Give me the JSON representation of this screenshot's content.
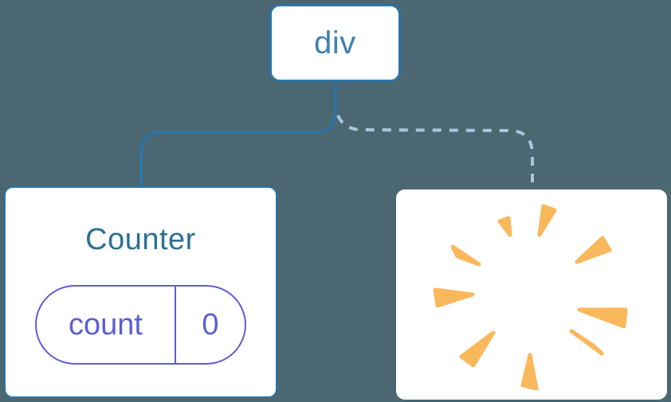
{
  "diagram": {
    "description": "Component tree diagram: div root with Counter child (kept, solid line) and a removed child (dashed line, poof starburst)",
    "root": {
      "label": "div"
    },
    "counter": {
      "title": "Counter",
      "state": {
        "key": "count",
        "value": "0"
      }
    },
    "removed": {
      "icon": "poof-starburst"
    }
  },
  "colors": {
    "background": "#4A6772",
    "node_background": "#FFFFFF",
    "node_border_blue": "#2B74A9",
    "root_label_blue": "#3F81B0",
    "counter_title_blue": "#2B7093",
    "state_purple": "#5E5ED4",
    "solid_connector": "#2B74A9",
    "dashed_connector": "#A8C6DC",
    "poof_orange": "#F9B85C"
  }
}
